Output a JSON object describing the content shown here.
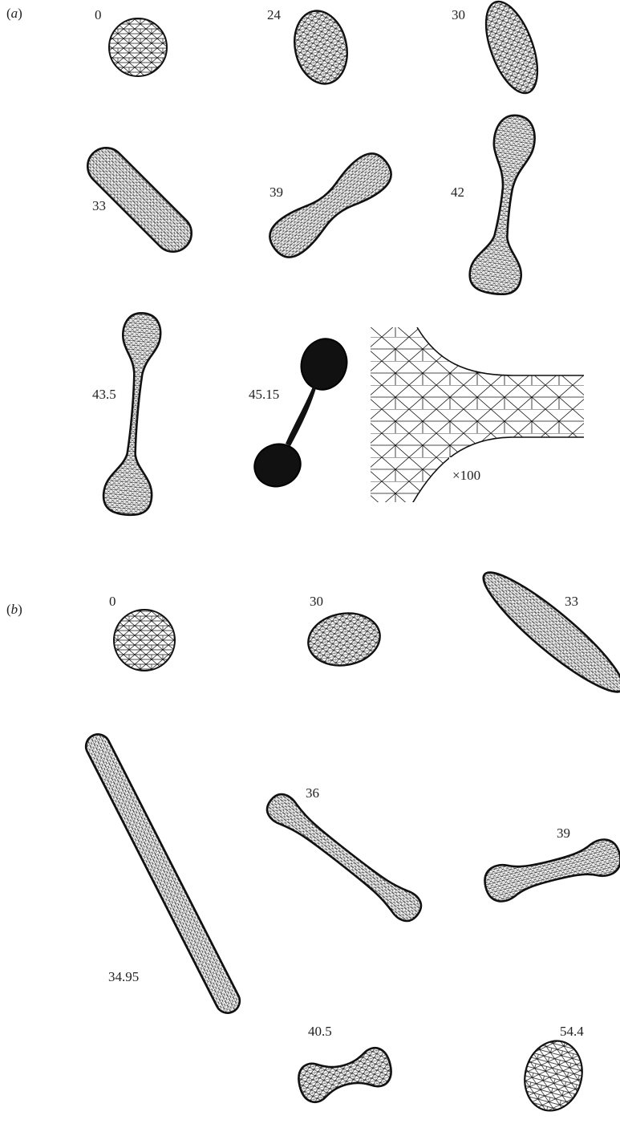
{
  "figure": {
    "panels": [
      {
        "label_open": "(",
        "label_letter": "a",
        "label_close": ")",
        "frames": [
          "0",
          "24",
          "30",
          "33",
          "39",
          "42",
          "43.5",
          "45.15"
        ],
        "inset_label": "×100"
      },
      {
        "label_open": "(",
        "label_letter": "b",
        "label_close": ")",
        "frames": [
          "0",
          "30",
          "33",
          "34.95",
          "36",
          "39",
          "40.5",
          "54.4"
        ]
      }
    ]
  },
  "colors": {
    "ink": "#111111",
    "background": "#ffffff"
  }
}
